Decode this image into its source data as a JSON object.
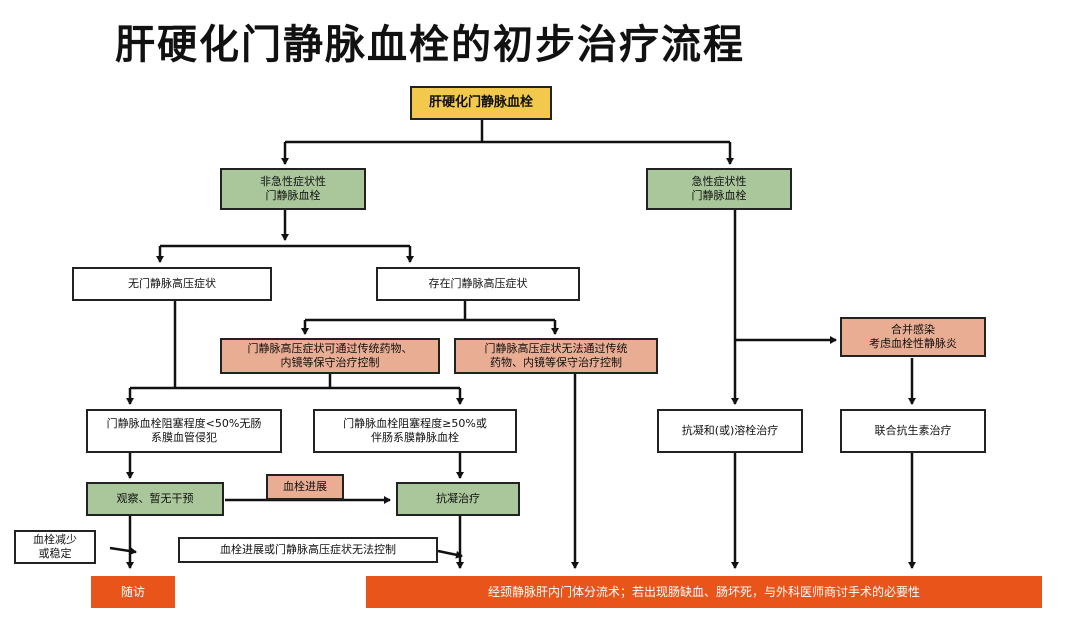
{
  "title": "肝硬化门静脉血栓的初步治疗流程",
  "nodes": {
    "root": "肝硬化门静脉血栓",
    "non_acute_l1": "非急性症状性",
    "non_acute_l2": "门静脉血栓",
    "acute_l1": "急性症状性",
    "acute_l2": "门静脉血栓",
    "no_ph": "无门静脉高压症状",
    "has_ph": "存在门静脉高压症状",
    "ph_controllable_l1": "门静脉高压症状可通过传统药物、",
    "ph_controllable_l2": "内镜等保守治疗控制",
    "ph_uncontrollable_l1": "门静脉高压症状无法通过传统",
    "ph_uncontrollable_l2": "药物、内镜等保守治疗控制",
    "infection_l1": "合并感染",
    "infection_l2": "考虑血栓性静脉炎",
    "low_obstruction_l1": "门静脉血栓阻塞程度<50%无肠",
    "low_obstruction_l2": "系膜血管侵犯",
    "high_obstruction_l1": "门静脉血栓阻塞程度≥50%或",
    "high_obstruction_l2": "伴肠系膜静脉血栓",
    "anticoag_thrombolysis": "抗凝和(或)溶栓治疗",
    "antibiotic": "联合抗生素治疗",
    "observe": "观察、暂无干预",
    "thrombus_progress": "血栓进展",
    "anticoag": "抗凝治疗",
    "reduced_l1": "血栓减少",
    "reduced_l2": "或稳定",
    "progress_or_uncontrolled": "血栓进展或门静脉高压症状无法控制",
    "follow_up": "随访",
    "tips": "经颈静脉肝内门体分流术；若出现肠缺血、肠坏死，与外科医师商讨手术的必要性"
  },
  "colors": {
    "yellow": "#f2c94c",
    "green": "#a9c79a",
    "salmon": "#e8ad93",
    "orange": "#e8541a"
  }
}
